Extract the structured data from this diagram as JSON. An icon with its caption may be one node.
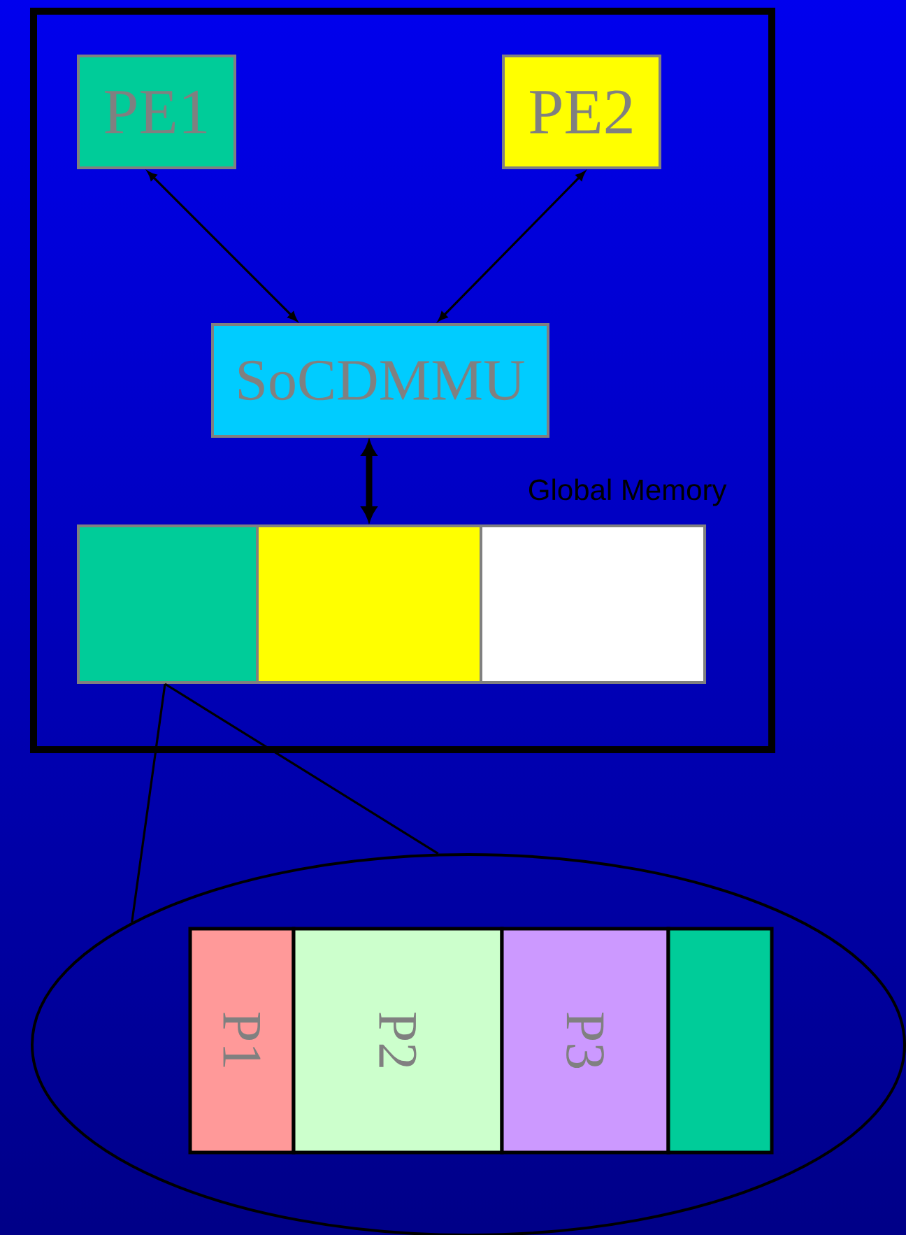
{
  "diagram": {
    "nodes": [
      {
        "text": [],
        "shape": "box"
      },
      {
        "text": [
          "PE1"
        ],
        "in": 0
      },
      {
        "text": [
          "PE2"
        ],
        "in": 0
      },
      {
        "text": [
          "SoCDMMU"
        ],
        "in": 0
      },
      {
        "text": [
          "Global Memory"
        ],
        "in": 0
      },
      {
        "text": [],
        "shape": "box",
        "in": 4
      },
      {
        "text": [],
        "shape": "box",
        "in": 4
      },
      {
        "text": [],
        "shape": "box",
        "in": 4
      },
      {
        "text": [],
        "shape": "ellipse"
      },
      {
        "text": [
          "P1"
        ],
        "in": 8
      },
      {
        "text": [
          "P2"
        ],
        "in": 8
      },
      {
        "text": [
          "P3"
        ],
        "in": 8
      },
      {
        "text": [],
        "shape": "box",
        "in": 8
      }
    ],
    "edges": [
      {
        "from": 1,
        "to": 3,
        "arrow": "both"
      },
      {
        "from": 2,
        "to": 3,
        "arrow": "both"
      },
      {
        "from": 3,
        "to": 4,
        "arrow": "both",
        "style": "thick"
      },
      {
        "from": 5,
        "to": 8,
        "arrow": "none"
      },
      {
        "from": 5,
        "to": 8,
        "arrow": "none"
      }
    ]
  }
}
